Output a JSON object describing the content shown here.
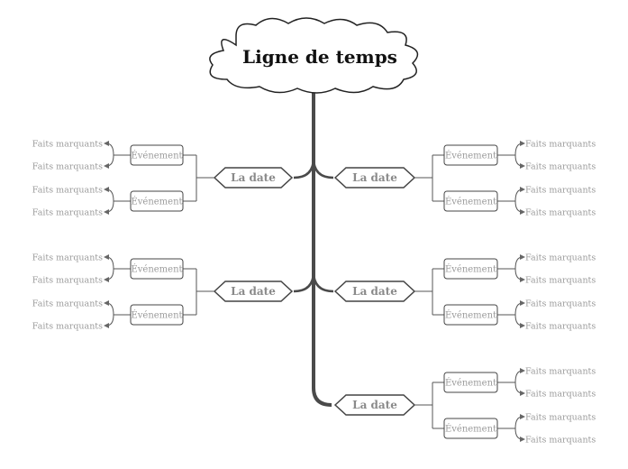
{
  "title": "Ligne de temps",
  "branches": [
    {
      "side": "right",
      "date": "La date",
      "events": [
        {
          "label": "Événement",
          "facts": [
            "Faits marquants",
            "Faits marquants"
          ]
        },
        {
          "label": "Événement",
          "facts": [
            "Faits marquants",
            "Faits marquants"
          ]
        }
      ]
    },
    {
      "side": "left",
      "date": "La date",
      "events": [
        {
          "label": "Événement",
          "facts": [
            "Faits marquants",
            "Faits marquants"
          ]
        },
        {
          "label": "Événement",
          "facts": [
            "Faits marquants",
            "Faits marquants"
          ]
        }
      ]
    },
    {
      "side": "right",
      "date": "La date",
      "events": [
        {
          "label": "Événement",
          "facts": [
            "Faits marquants",
            "Faits marquants"
          ]
        },
        {
          "label": "Événement",
          "facts": [
            "Faits marquants",
            "Faits marquants"
          ]
        }
      ]
    },
    {
      "side": "left",
      "date": "La date",
      "events": [
        {
          "label": "Événement",
          "facts": [
            "Faits marquants",
            "Faits marquants"
          ]
        },
        {
          "label": "Événement",
          "facts": [
            "Faits marquants",
            "Faits marquants"
          ]
        }
      ]
    },
    {
      "side": "right",
      "date": "La date",
      "events": [
        {
          "label": "Événement",
          "facts": [
            "Faits marquants",
            "Faits marquants"
          ]
        },
        {
          "label": "Événement",
          "facts": [
            "Faits marquants",
            "Faits marquants"
          ]
        }
      ]
    }
  ],
  "colors": {
    "trunk": "#4a4a4a",
    "lines": "#555555",
    "text_muted": "#9a9a9a"
  }
}
